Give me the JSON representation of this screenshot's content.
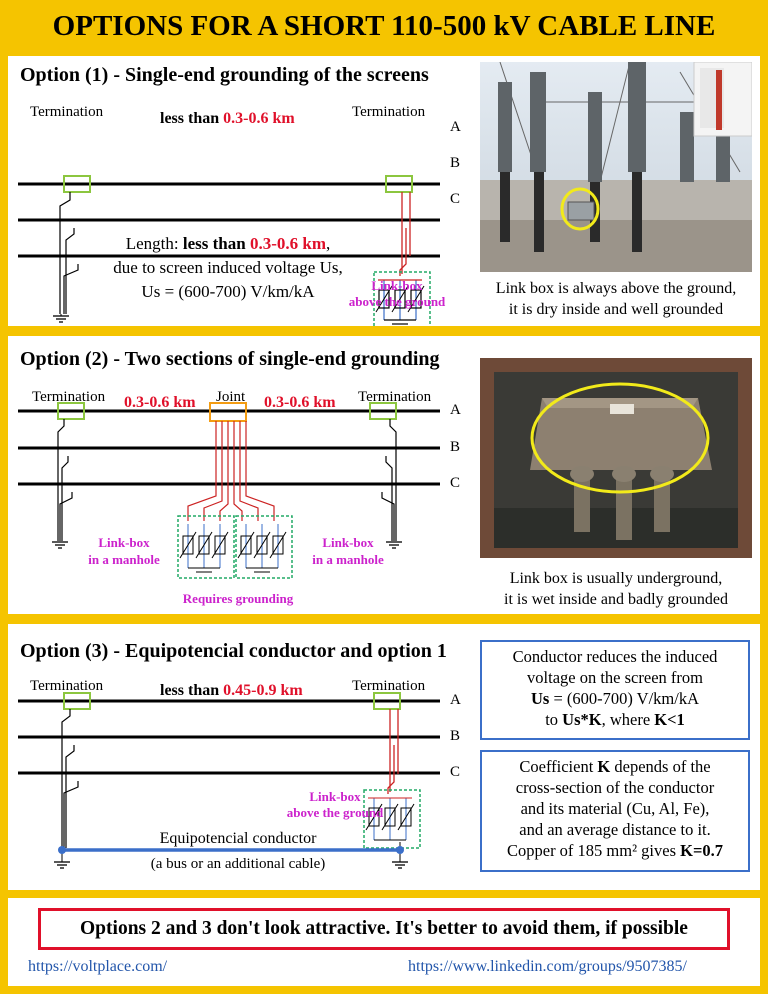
{
  "title": "OPTIONS FOR A SHORT 110-500 kV CABLE LINE",
  "option1": {
    "title": "Option (1) - Single-end grounding of the screens",
    "termination_left": "Termination",
    "termination_right": "Termination",
    "length_prefix": "less than ",
    "length_value": "0.3-0.6 km",
    "phases": [
      "A",
      "B",
      "C"
    ],
    "note_line1_prefix": "Length: ",
    "note_line1_bold": "less than ",
    "note_line1_red": "0.3-0.6 km",
    "note_line1_suffix": ",",
    "note_line2": "due to screen induced voltage Us,",
    "note_line3": "Us = (600-700) V/km/kA",
    "linkbox_line1": "Link-box",
    "linkbox_line2": "above the ground",
    "photo_caption_line1": "Link box is always above the ground,",
    "photo_caption_line2": "it is dry inside and well grounded"
  },
  "option2": {
    "title": "Option (2) - Two sections of single-end grounding",
    "termination_left": "Termination",
    "termination_right": "Termination",
    "joint": "Joint",
    "section_left": "0.3-0.6 km",
    "section_right": "0.3-0.6 km",
    "phases": [
      "A",
      "B",
      "C"
    ],
    "linkbox_left_line1": "Link-box",
    "linkbox_left_line2": "in a manhole",
    "linkbox_right_line1": "Link-box",
    "linkbox_right_line2": "in a manhole",
    "requires_grounding": "Requires grounding",
    "photo_caption_line1": "Link box is usually underground,",
    "photo_caption_line2": "it is wet inside and badly grounded"
  },
  "option3": {
    "title": "Option (3) - Equipotencial conductor and option 1",
    "termination_left": "Termination",
    "termination_right": "Termination",
    "length_prefix": "less than ",
    "length_value": "0.45-0.9 km",
    "phases": [
      "A",
      "B",
      "C"
    ],
    "linkbox_line1": "Link-box",
    "linkbox_line2": "above the ground",
    "conductor_line1": "Equipotencial conductor",
    "conductor_line2": "(a bus or an additional cable)",
    "box1": {
      "line1": "Conductor reduces the induced",
      "line2": "voltage on the screen from",
      "line3_bold": "Us",
      "line3_rest": " = (600-700) V/km/kA",
      "line4_pre": "to ",
      "line4_bold": "Us*K",
      "line4_mid": ", where ",
      "line4_bold2": "K<1"
    },
    "box2": {
      "line1_pre": "Coefficient ",
      "line1_bold": "K",
      "line1_post": " depends of the",
      "line2": "cross-section of the conductor",
      "line3": "and its material (Cu, Al, Fe),",
      "line4": "and an average distance to it.",
      "line5_pre": "Copper of 185 mm² gives ",
      "line5_bold": "K=0.7"
    }
  },
  "conclusion": "Options 2 and 3 don't look attractive. It's better to avoid them, if possible",
  "links": {
    "left": "https://voltplace.com/",
    "right": "https://www.linkedin.com/groups/9507385/"
  },
  "colors": {
    "background": "#f5c400",
    "accent_red": "#e0102a",
    "magenta": "#cc22cc",
    "termination_green": "#8cc63f",
    "joint_orange": "#f39c12",
    "linkbox_dashed": "#22aa66",
    "box_blue": "#3b6fc9",
    "link_blue": "#2255aa"
  }
}
